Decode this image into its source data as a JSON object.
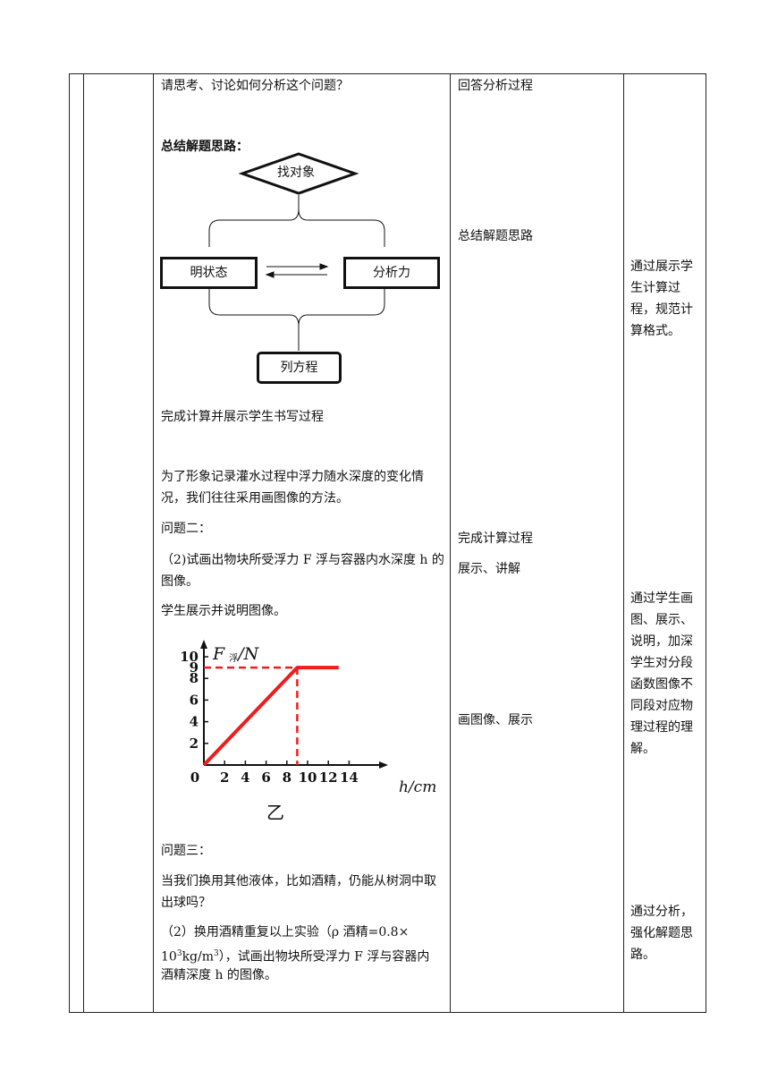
{
  "teacher_activity": {
    "prompt_think": "请思考、讨论如何分析这个问题？",
    "summary_heading": "总结解题思路：",
    "complete_calc": "完成计算并展示学生书写过程",
    "graph_intro": "为了形象记录灌水过程中浮力随水深度的变化情况，我们往往采用画图像的方法。",
    "question2_label": "问题二：",
    "question2_text": "（2)试画出物块所受浮力 F 浮与容器内水深度 h 的图像。",
    "student_show": "学生展示并说明图像。",
    "question3_label": "问题三：",
    "question3_text": "当我们换用其他液体，比如酒精，仍能从树洞中取出球吗？",
    "question3_sub_a": "（2）换用酒精重复以上实验（ρ 酒精=0.8×",
    "question3_sub_b_pre": "10",
    "question3_sub_b_sup": "3",
    "question3_sub_b_mid": "kg/m",
    "question3_sub_b_sup2": "3",
    "question3_sub_b_post": "），试画出物块所受浮力 F 浮与容器内",
    "question3_sub_c": "酒精深度 h 的图像。"
  },
  "flowchart": {
    "find_object": "找对象",
    "state": "明状态",
    "force": "分析力",
    "equation": "列方程"
  },
  "student_activity": {
    "answer_process": "回答分析过程",
    "summarize": "总结解题思路",
    "complete_calc": "完成计算过程",
    "show_explain": "展示、讲解",
    "draw_show": "画图像、展示"
  },
  "design_intent": {
    "note1": "通过展示学生计算过程，规范计算格式。",
    "note2": "通过学生画图、展示、说明，加深学生对分段函数图像不同段对应物理过程的理解。",
    "note3": "通过分析，强化解题思路。"
  },
  "chart_data": {
    "type": "line",
    "y_axis_label": {
      "symbol": "F",
      "subscript": "浮",
      "unit": "/N"
    },
    "x_axis_label": "h/cm",
    "caption": "乙",
    "x_ticks": [
      "0",
      "2",
      "4",
      "6",
      "8",
      "10",
      "12",
      "14"
    ],
    "y_ticks": [
      "2",
      "4",
      "6",
      "8",
      "9",
      "10"
    ],
    "series": [
      {
        "x": [
          0,
          9,
          13
        ],
        "y": [
          0,
          9,
          9
        ]
      }
    ],
    "reference_lines": [
      {
        "from": [
          0,
          9
        ],
        "to": [
          9,
          9
        ],
        "style": "dashed"
      },
      {
        "from": [
          9,
          9
        ],
        "to": [
          9,
          0
        ],
        "style": "dashed"
      }
    ],
    "colors": {
      "series": "#ee1c1c",
      "axes": "#111111"
    }
  }
}
